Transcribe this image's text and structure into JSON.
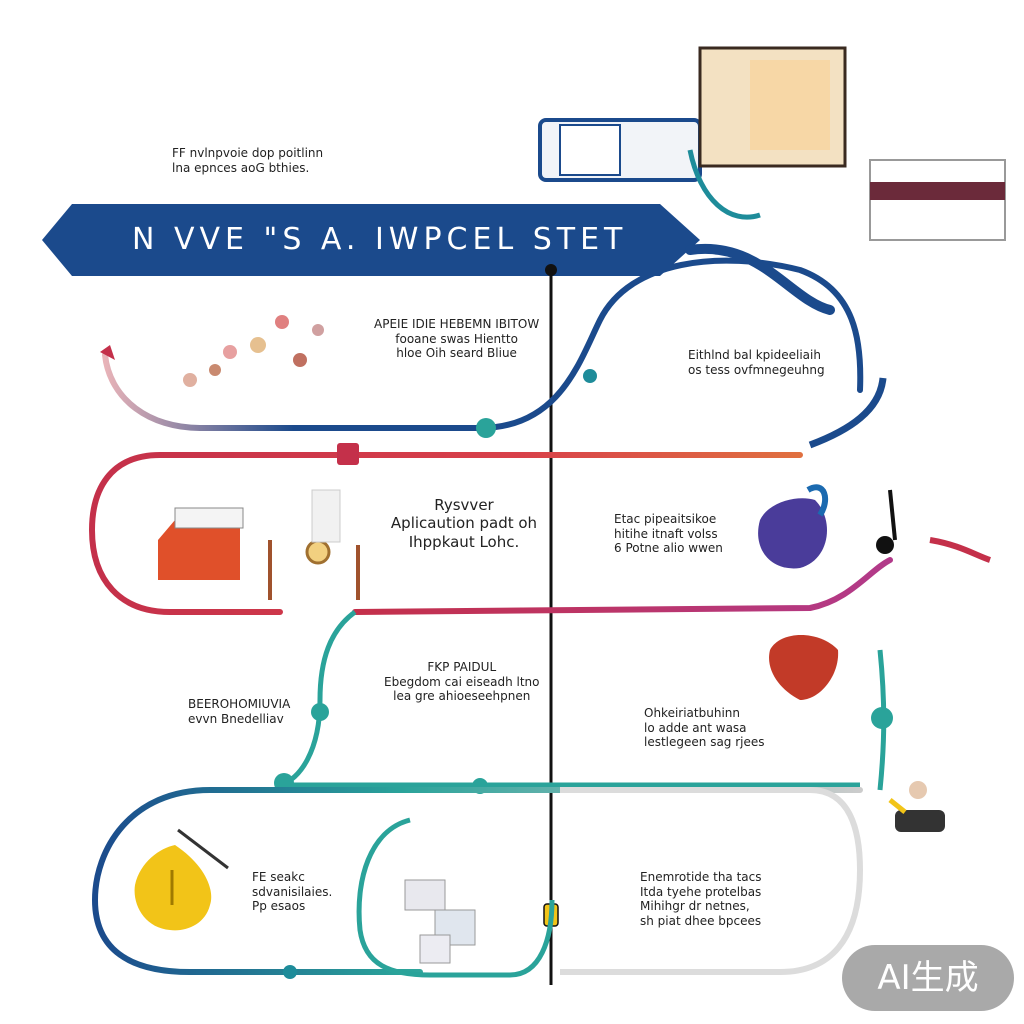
{
  "banner": {
    "title": "N VVE \"S  A. IWPCEL  STET",
    "color": "#1b4a8c"
  },
  "intro_text": [
    "FF nvlnpvoie dop poitlinn",
    "lna epnces aoG bthies."
  ],
  "steps": [
    {
      "id": "step-1-left",
      "lines": [
        "APEIE IDIE HEBEMN IBITOW",
        "fooane swas Hientto",
        "hloe Oih seard Bliue"
      ],
      "color": "#1b4a8c"
    },
    {
      "id": "step-1-right",
      "lines": [
        "Eithlnd  bal kpideeliaih",
        "os tess ovfmnegeuhng"
      ],
      "color": "#1b4a8c"
    },
    {
      "id": "step-2-left",
      "title": "Rysvver",
      "lines": [
        "Aplicaution padt oh",
        "Ihppkaut Lohc."
      ],
      "color": "#c4304a"
    },
    {
      "id": "step-2-right",
      "lines": [
        "Etac pipeaitsikoe",
        "hitihe itnaft volss",
        "6 Potne alio wwen"
      ],
      "color": "#c4304a"
    },
    {
      "id": "step-3-left-label",
      "lines": [
        "BEEROHOMIUVIA",
        "evvn Bnedelliav"
      ],
      "color": "#2aa39a"
    },
    {
      "id": "step-3-center",
      "title": "FKP PAIDUL",
      "lines": [
        "Ebegdom cai eiseadh ltno",
        "lea gre ahioeseehpnen"
      ],
      "color": "#2aa39a"
    },
    {
      "id": "step-3-right",
      "lines": [
        "Ohkeiriatbuhinn",
        "lo adde ant wasa",
        "lestlegeen sag rjees"
      ],
      "color": "#2aa39a"
    },
    {
      "id": "step-4-left",
      "lines": [
        "FE seakc",
        "sdvanisilaies.",
        "Pp esaos"
      ],
      "color": "#1e8c9a"
    },
    {
      "id": "step-4-right",
      "lines": [
        "Enemrotide tha tacs",
        "Itda tyehe protelbas",
        "Mihihgr dr netnes,",
        "sh piat dhee bpcees"
      ],
      "color": "#1e8c9a"
    }
  ],
  "watermark": "AI生成",
  "colors": {
    "navy": "#1b4a8c",
    "crimson": "#c4304a",
    "teal": "#2aa39a",
    "green": "#4cb36a",
    "spine": "#111111",
    "sun": "#f2c418"
  }
}
